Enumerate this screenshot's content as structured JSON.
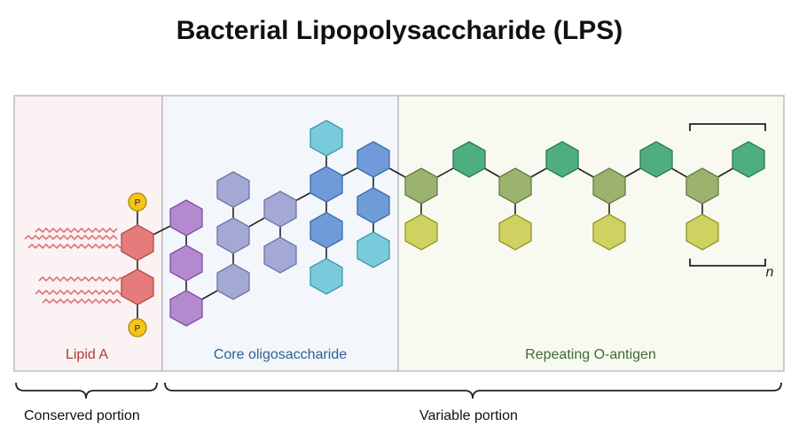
{
  "title": "Bacterial Lipopolysaccharide (LPS)",
  "sections": {
    "lipid_a": {
      "label": "Lipid A",
      "color": "#b03a3a"
    },
    "core": {
      "label": "Core oligosaccharide",
      "color": "#2f5f8e"
    },
    "o_antigen": {
      "label": "Repeating O-antigen",
      "color": "#3f6b2f"
    }
  },
  "phosphate_label": "P",
  "repeat_label": "n",
  "braces": {
    "conserved": "Conserved portion",
    "variable": "Variable portion"
  },
  "colors": {
    "lipid_bg": "#fbf2f3",
    "core_bg": "#f3f7fc",
    "antigen_bg": "#f8faf2",
    "lipid_hex": "#e57b7b",
    "purple_hex": "#b589d0",
    "periwinkle_hex": "#a3a8d4",
    "blue_hex": "#6f9bd8",
    "cyan_hex": "#79cbdc",
    "olive_hex": "#9bb36f",
    "green_hex": "#4fae7e",
    "yellow_hex": "#cfd160",
    "phosphate": "#f5c518"
  }
}
